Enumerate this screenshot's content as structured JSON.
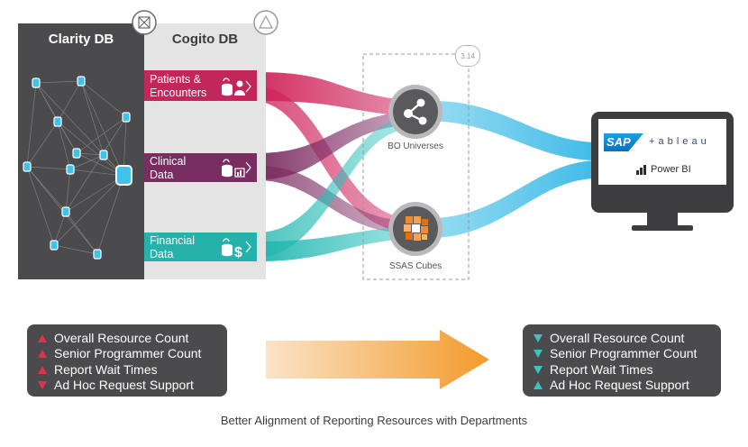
{
  "tabs": {
    "clarity": "Clarity DB",
    "cogito": "Cogito DB"
  },
  "categories": [
    {
      "line1": "Patients &",
      "line2": "Encounters",
      "color": "#c2275b",
      "icon": "patients-icon"
    },
    {
      "line1": "Clinical",
      "line2": "Data",
      "color": "#7a2d61",
      "icon": "clinical-icon"
    },
    {
      "line1": "Financial",
      "line2": "Data",
      "color": "#27b1ab",
      "icon": "financial-icon"
    }
  ],
  "badge": "3.14",
  "nodes": {
    "bo": "BO Universes",
    "ssas": "SSAS Cubes"
  },
  "monitor": {
    "sap": "SAP",
    "tableau": "+ a b l e a u",
    "powerbi": "Power BI"
  },
  "before_list": [
    {
      "text": "Overall Resource Count",
      "dir": "up"
    },
    {
      "text": "Senior Programmer Count",
      "dir": "up"
    },
    {
      "text": "Report Wait Times",
      "dir": "up"
    },
    {
      "text": "Ad Hoc Request Support",
      "dir": "down"
    }
  ],
  "after_list": [
    {
      "text": "Overall Resource Count",
      "dir": "down"
    },
    {
      "text": "Senior Programmer Count",
      "dir": "down"
    },
    {
      "text": "Report Wait Times",
      "dir": "down"
    },
    {
      "text": "Ad Hoc Request Support",
      "dir": "up"
    }
  ],
  "caption": "Better Alignment of Reporting Resources with Departments",
  "colors": {
    "panel": "#4b4b4d",
    "magenta": "#d0245c",
    "purple": "#7a2d61",
    "teal": "#2fc0bc",
    "blue": "#36b8e8",
    "arrow": "#f39a2c"
  }
}
